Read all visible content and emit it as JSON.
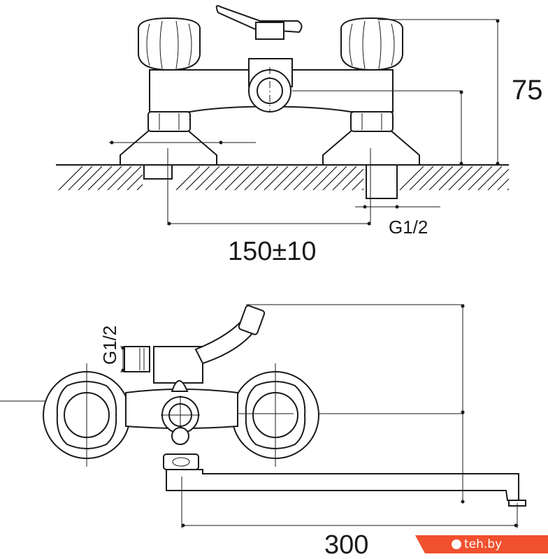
{
  "dimensions": {
    "height_top": "75",
    "center_distance": "150±10",
    "thread_top": "G1/2",
    "thread_side": "G1/2",
    "spout_length": "300"
  },
  "watermark": {
    "text": "teh.by",
    "color": "#f0502d"
  }
}
